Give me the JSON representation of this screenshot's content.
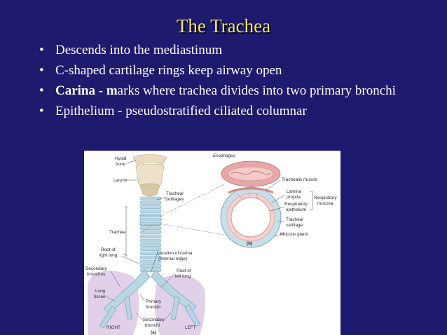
{
  "slide": {
    "title": "The Trachea",
    "bullets": [
      {
        "bold": "",
        "text": "Descends into the mediastinum"
      },
      {
        "bold": "",
        "text": "C-shaped cartilage rings keep airway open"
      },
      {
        "bold": "Carina - m",
        "text": "arks where trachea divides into two primary bronchi"
      },
      {
        "bold": "",
        "text": "Epithelium - pseudostratified ciliated columnar"
      }
    ],
    "bullet_glyph": "•"
  },
  "figure": {
    "labels": {
      "hyoid_bone_1": "Hyoid",
      "hyoid_bone_2": "bone",
      "larynx": "Larynx",
      "tracheal_cartilages_1": "Tracheal",
      "tracheal_cartilages_2": "cartilages",
      "trachea": "Trachea",
      "root_right_lung_1": "Root of",
      "root_right_lung_2": "right lung",
      "location_carina_1": "Location of carina",
      "location_carina_2": "(internal ridge)",
      "secondary_bronchus_1": "Secondary",
      "secondary_bronchus_2": "bronchus",
      "root_left_lung_1": "Root of",
      "root_left_lung_2": "left lung",
      "lung_tissue_1": "Lung",
      "lung_tissue_2": "tissue",
      "primary_bronchi_1": "Primary",
      "primary_bronchi_2": "bronchi",
      "secondary_bronchi_1": "Secondary",
      "secondary_bronchi_2": "bronchi",
      "right": "RIGHT",
      "left": "LEFT",
      "panel_a": "(a)",
      "esophagus": "Esophagus",
      "trachealis_muscle": "Trachealis muscle",
      "lamina_propria_1": "Lamina",
      "lamina_propria_2": "propria",
      "respiratory_epithelium_1": "Respiratory",
      "respiratory_epithelium_2": "epithelium",
      "respiratory_mucosa_1": "Respiratory",
      "respiratory_mucosa_2": "mucosa",
      "tracheal_cartilage_1": "Tracheal",
      "tracheal_cartilage_2": "cartilage",
      "mucous_gland": "Mucous gland",
      "panel_b": "(b)"
    },
    "colors": {
      "cartilage": "#b8d6e4",
      "cartilage_dark": "#7fa9bf",
      "larynx": "#e9dcc0",
      "lung": "#dcc8e6",
      "esophagus": "#e7a6a8",
      "mucosa": "#f3d2d0"
    }
  }
}
